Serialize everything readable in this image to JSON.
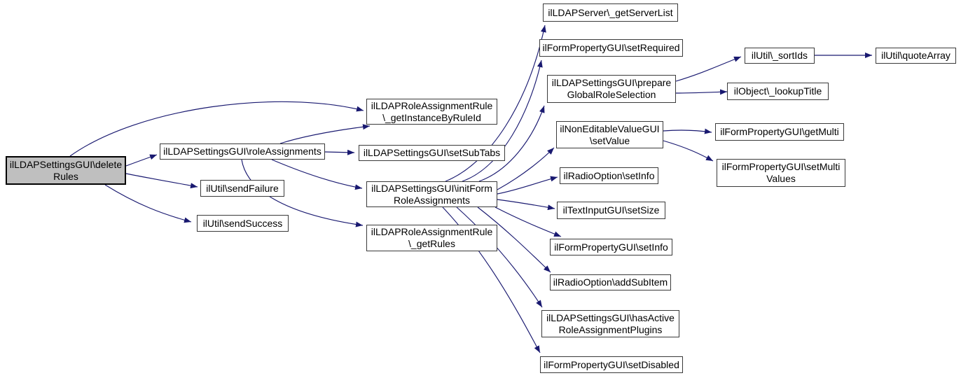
{
  "diagram": {
    "type": "call-graph",
    "colors": {
      "edge": "#191970",
      "node_border": "#3a3a3a",
      "node_fill": "#ffffff",
      "highlight_fill": "#bfbfbf",
      "highlight_border": "#000000",
      "text": "#000000",
      "background": "#ffffff"
    },
    "nodes": {
      "deleteRules": {
        "label": "ilLDAPSettingsGUI\\delete\nRules",
        "highlighted": true
      },
      "roleAssignments": {
        "label": "ilLDAPSettingsGUI\\roleAssignments"
      },
      "sendFailure": {
        "label": "ilUtil\\sendFailure"
      },
      "sendSuccess": {
        "label": "ilUtil\\sendSuccess"
      },
      "getInstanceByRuleId": {
        "label": "ilLDAPRoleAssignmentRule\n\\_getInstanceByRuleId"
      },
      "setSubTabs": {
        "label": "ilLDAPSettingsGUI\\setSubTabs"
      },
      "initFormRoleAssignments": {
        "label": "ilLDAPSettingsGUI\\initForm\nRoleAssignments"
      },
      "getRules": {
        "label": "ilLDAPRoleAssignmentRule\n\\_getRules"
      },
      "getServerList": {
        "label": "ilLDAPServer\\_getServerList"
      },
      "setRequired": {
        "label": "ilFormPropertyGUI\\setRequired"
      },
      "prepareGlobalRoleSelection": {
        "label": "ilLDAPSettingsGUI\\prepare\nGlobalRoleSelection"
      },
      "setValue": {
        "label": "ilNonEditableValueGUI\n\\setValue"
      },
      "radioSetInfo": {
        "label": "ilRadioOption\\setInfo"
      },
      "setSize": {
        "label": "ilTextInputGUI\\setSize"
      },
      "formSetInfo": {
        "label": "ilFormPropertyGUI\\setInfo"
      },
      "addSubItem": {
        "label": "ilRadioOption\\addSubItem"
      },
      "hasActiveRoleAssignmentPlugins": {
        "label": "ilLDAPSettingsGUI\\hasActive\nRoleAssignmentPlugins"
      },
      "setDisabled": {
        "label": "ilFormPropertyGUI\\setDisabled"
      },
      "sortIds": {
        "label": "ilUtil\\_sortIds"
      },
      "lookupTitle": {
        "label": "ilObject\\_lookupTitle"
      },
      "getMulti": {
        "label": "ilFormPropertyGUI\\getMulti"
      },
      "setMultiValues": {
        "label": "ilFormPropertyGUI\\setMulti\nValues"
      },
      "quoteArray": {
        "label": "ilUtil\\quoteArray"
      }
    },
    "edges": [
      {
        "from": "deleteRules",
        "to": "getInstanceByRuleId"
      },
      {
        "from": "deleteRules",
        "to": "roleAssignments"
      },
      {
        "from": "deleteRules",
        "to": "sendFailure"
      },
      {
        "from": "deleteRules",
        "to": "sendSuccess"
      },
      {
        "from": "roleAssignments",
        "to": "getInstanceByRuleId"
      },
      {
        "from": "roleAssignments",
        "to": "setSubTabs"
      },
      {
        "from": "roleAssignments",
        "to": "initFormRoleAssignments"
      },
      {
        "from": "roleAssignments",
        "to": "getRules"
      },
      {
        "from": "initFormRoleAssignments",
        "to": "getServerList"
      },
      {
        "from": "initFormRoleAssignments",
        "to": "setRequired"
      },
      {
        "from": "initFormRoleAssignments",
        "to": "prepareGlobalRoleSelection"
      },
      {
        "from": "initFormRoleAssignments",
        "to": "setValue"
      },
      {
        "from": "initFormRoleAssignments",
        "to": "radioSetInfo"
      },
      {
        "from": "initFormRoleAssignments",
        "to": "setSize"
      },
      {
        "from": "initFormRoleAssignments",
        "to": "formSetInfo"
      },
      {
        "from": "initFormRoleAssignments",
        "to": "addSubItem"
      },
      {
        "from": "initFormRoleAssignments",
        "to": "hasActiveRoleAssignmentPlugins"
      },
      {
        "from": "initFormRoleAssignments",
        "to": "setDisabled"
      },
      {
        "from": "prepareGlobalRoleSelection",
        "to": "sortIds"
      },
      {
        "from": "prepareGlobalRoleSelection",
        "to": "lookupTitle"
      },
      {
        "from": "sortIds",
        "to": "quoteArray"
      },
      {
        "from": "setValue",
        "to": "getMulti"
      },
      {
        "from": "setValue",
        "to": "setMultiValues"
      }
    ]
  }
}
